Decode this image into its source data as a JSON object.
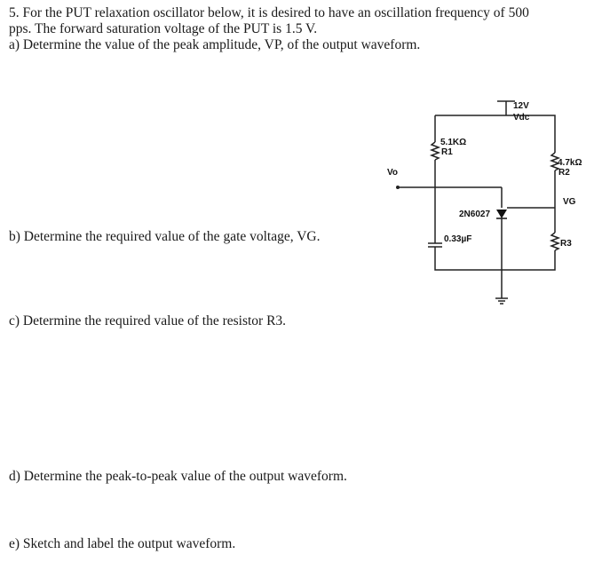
{
  "problem": {
    "line1": "5.  For the PUT relaxation oscillator below, it is desired to have an oscillation frequency of 500",
    "line2": "pps. The forward saturation voltage of the PUT is 1.5 V.",
    "part_a": "a) Determine the value of the peak amplitude, VP, of the output waveform.",
    "part_b": "b) Determine the required value of the gate voltage, VG.",
    "part_c": "c) Determine the required value of the resistor R3.",
    "part_d": "d) Determine the peak-to-peak value of the output waveform.",
    "part_e": "e) Sketch and label the output waveform."
  },
  "circuit": {
    "supply_value": "12V",
    "supply_unit": "Vdc",
    "r1_value": "5.1KΩ",
    "r1_name": "R1",
    "r2_value": "4.7kΩ",
    "r2_name": "R2",
    "output_label": "Vo",
    "put_part": "2N6027",
    "cap_value": "0.33µF",
    "gate_label": "VG",
    "r3_name": "R3"
  }
}
